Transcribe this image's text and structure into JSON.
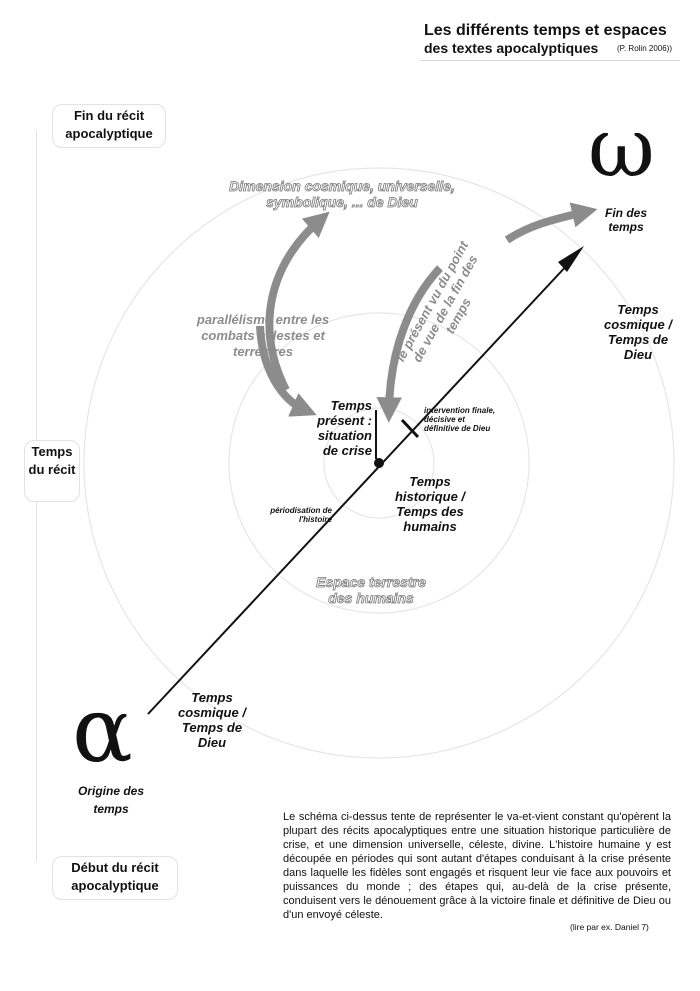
{
  "header": {
    "title_line1": "Les différents temps et espaces",
    "title_line2": "des textes apocalyptiques",
    "credit": "(P. Rolin 2006))"
  },
  "sidebar": {
    "top": "Fin du récit apocalyptique",
    "middle": "Temps du récit",
    "bottom": "Début du récit apocalyptique"
  },
  "symbols": {
    "omega": "ω",
    "alpha": "α"
  },
  "labels": {
    "fin_des_temps": "Fin des temps",
    "origine_des_temps": "Origine des temps",
    "dimension_cosmique": "Dimension cosmique, universelle, symbolique, ... de Dieu",
    "parallelisme": "parallélisme entre les combats célestes et terrestres",
    "present_vu": "le présent vu du point de vue de la fin des temps",
    "temps_present": "Temps présent : situation de crise",
    "intervention": "intervention finale, décisive et définitive de Dieu",
    "temps_cosmique_right": "Temps cosmique / Temps de Dieu",
    "temps_historique": "Temps historique / Temps des humains",
    "periodisation": "périodisation de l'histoire",
    "espace_terrestre": "Espace terrestre des humains",
    "temps_cosmique_bottom": "Temps cosmique / Temps de Dieu"
  },
  "description": {
    "paragraph": "Le schéma ci-dessus tente de représenter le va-et-vient constant qu'opèrent la plupart des récits apocalyptiques entre une situation historique particulière de crise, et une dimension universelle, céleste, divine. L'histoire humaine y est découpée en périodes qui sont autant d'étapes conduisant à la crise présente dans laquelle les fidèles sont engagés et risquent leur vie face aux pouvoirs et puissances du monde ; des étapes qui, au-delà de la crise présente, conduisent vers le dénouement grâce à la victoire finale et définitive de Dieu ou d'un envoyé céleste.",
    "note": "(lire par ex. Daniel 7)"
  },
  "colors": {
    "arrow_grey": "#8c8c8c",
    "circle_grey": "#e4e4e4",
    "text": "#111111"
  }
}
